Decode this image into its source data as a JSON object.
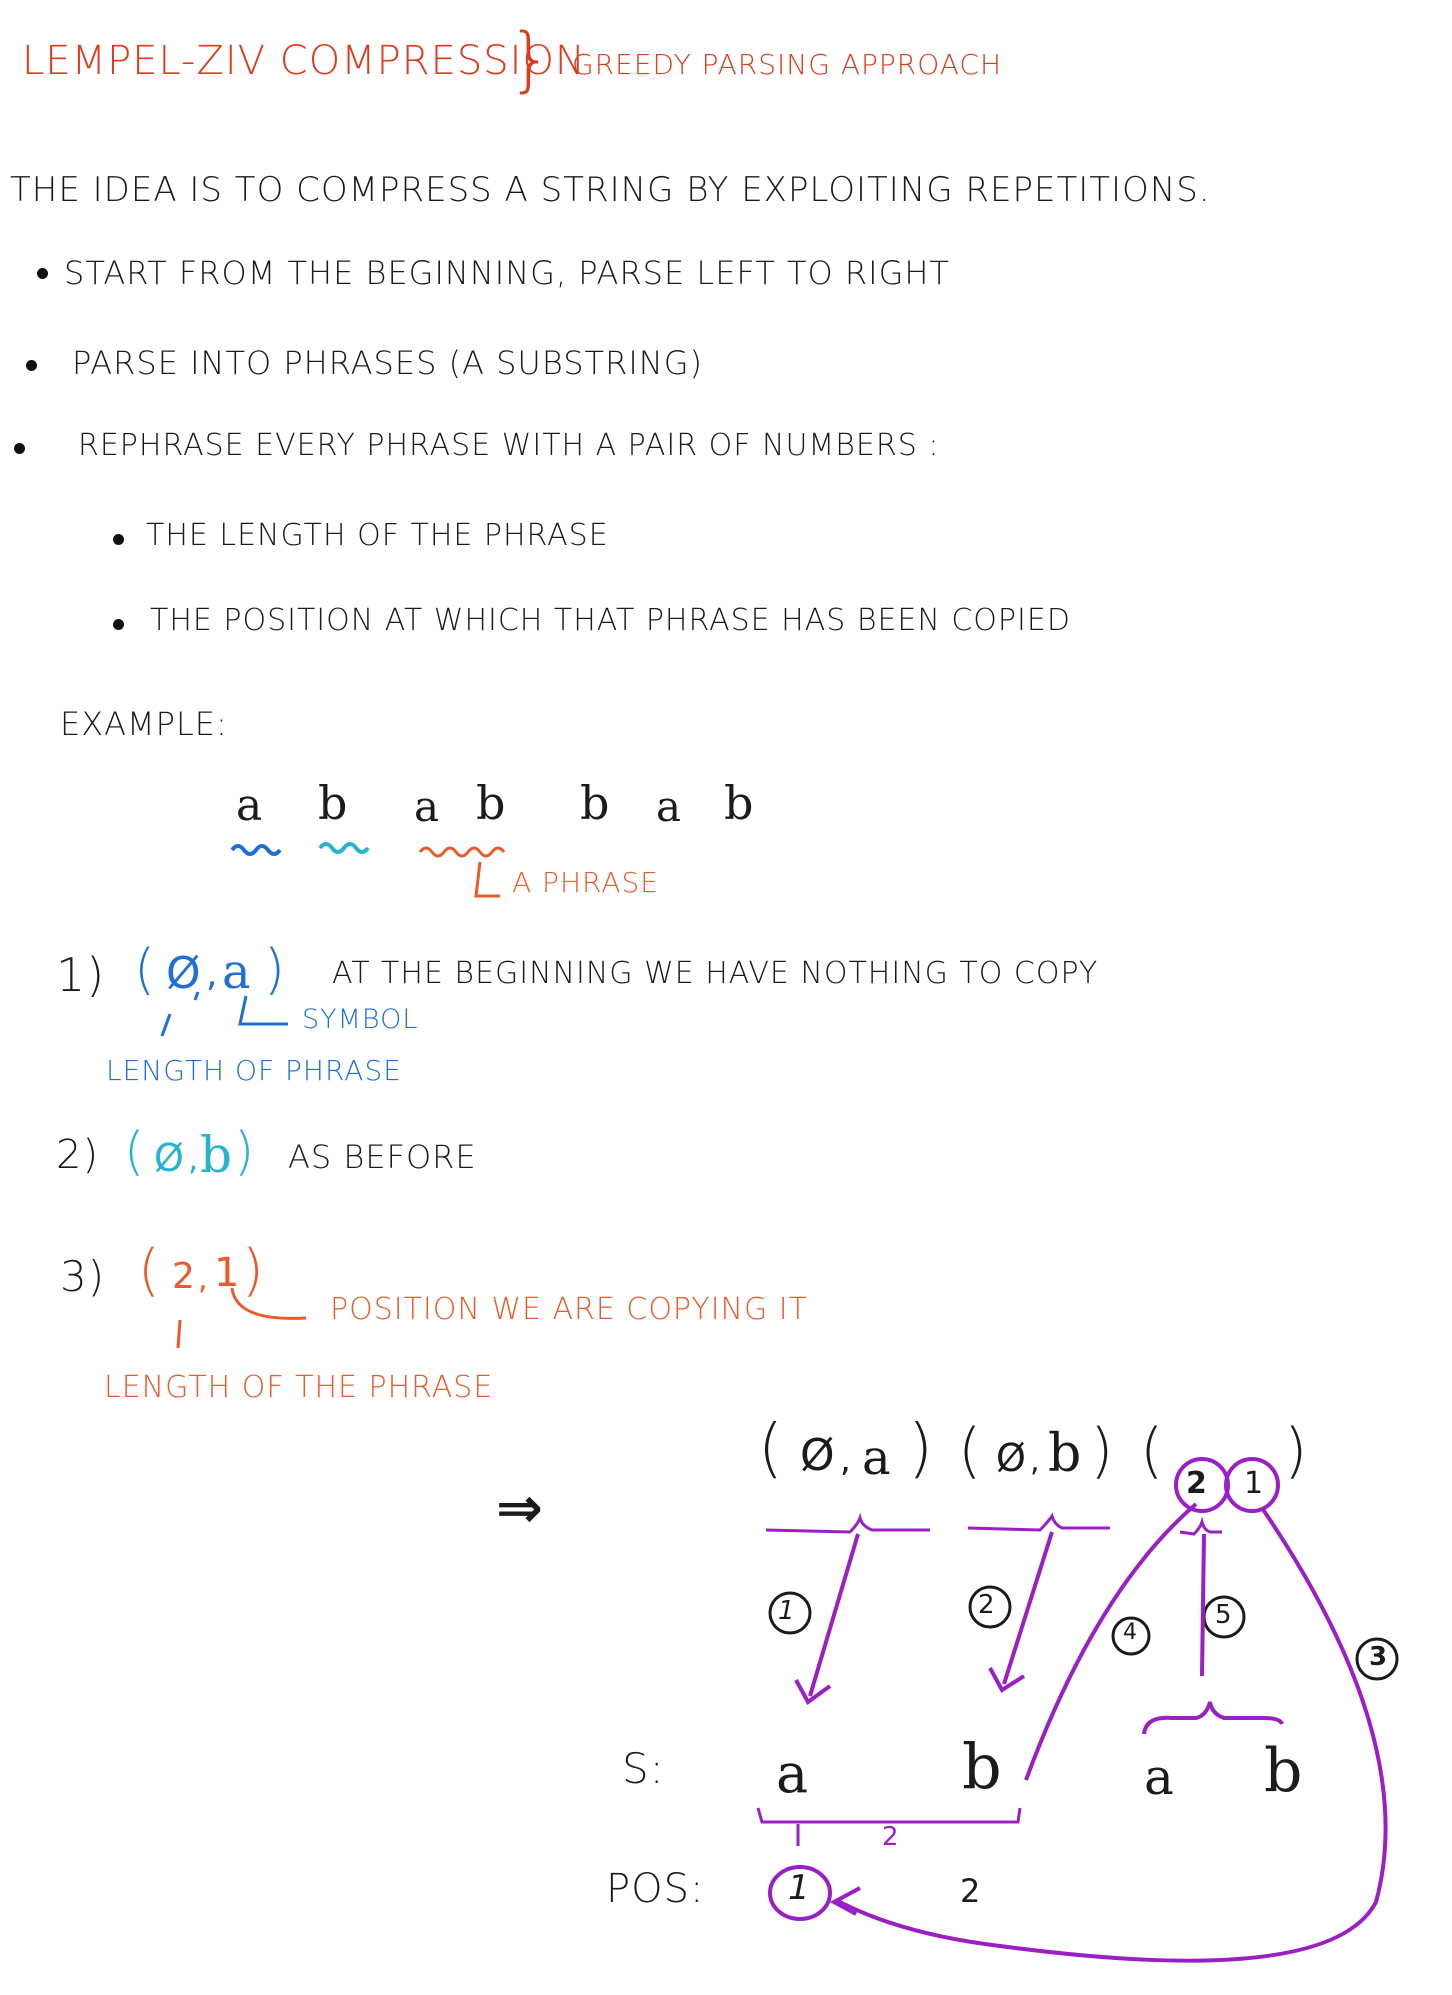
{
  "title": {
    "main": "LEMPEL-ZIV COMPRESSION",
    "brace": "}",
    "sub": "GREEDY PARSING APPROACH"
  },
  "intro": "THE IDEA IS TO COMPRESS A STRING BY EXPLOITING REPETITIONS.",
  "bullets": [
    "START FROM THE BEGINNING, PARSE LEFT TO RIGHT",
    "PARSE INTO PHRASES (A SUBSTRING)",
    "REPHRASE EVERY PHRASE WITH A PAIR OF NUMBERS :"
  ],
  "sub_bullets": [
    "THE LENGTH OF THE PHRASE",
    "THE POSITION AT WHICH THAT PHRASE HAS BEEN COPIED"
  ],
  "example": {
    "label": "EXAMPLE:",
    "string": [
      "a",
      "b",
      "a",
      "b",
      "b",
      "a",
      "b"
    ],
    "phrase_note": "A PHRASE"
  },
  "steps": [
    {
      "num": "1)",
      "tuple_open": "(",
      "first": "Ø",
      "sep": ",",
      "second": "a",
      "tuple_close": ")",
      "note": "AT THE BEGINNING WE HAVE NOTHING TO COPY",
      "sub_right": "SYMBOL",
      "sub_left": "LENGTH OF PHRASE",
      "color": "#1f6fd6"
    },
    {
      "num": "2)",
      "tuple_open": "(",
      "first": "Ø",
      "sep": ",",
      "second": "b",
      "tuple_close": ")",
      "note": "AS BEFORE",
      "color": "#25b3cf"
    },
    {
      "num": "3)",
      "tuple_open": "(",
      "first": "2",
      "sep": ",",
      "second": "1",
      "tuple_close": ")",
      "sub_right": "POSITION WE ARE COPYING IT",
      "sub_left": "LENGTH OF THE PHRASE",
      "color": "#ec5a2c"
    }
  ],
  "diagram": {
    "arrow": "⇒",
    "tuples": [
      {
        "first": "Ø",
        "second": "a"
      },
      {
        "first": "Ø",
        "second": "b"
      },
      {
        "first": "2",
        "second": "1"
      }
    ],
    "circled": [
      "1",
      "2",
      "4",
      "5",
      "3"
    ],
    "s_label": "S:",
    "s_chars": [
      "a",
      "b",
      "a",
      "b"
    ],
    "pos_label": "POS:",
    "positions": [
      "1",
      "2"
    ],
    "span_label": "2"
  }
}
